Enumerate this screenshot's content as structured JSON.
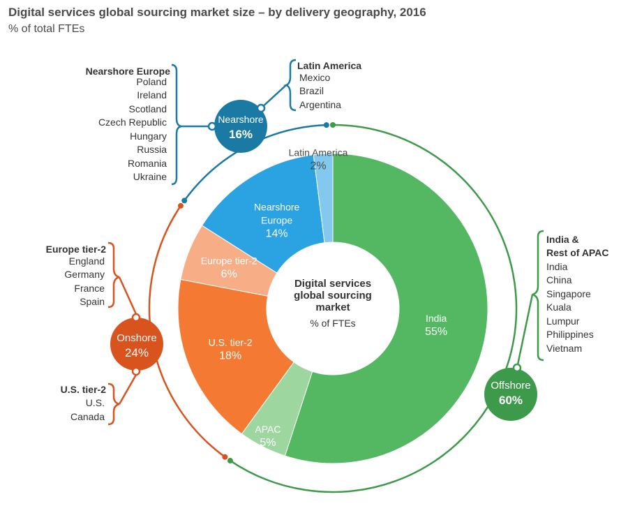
{
  "title": "Digital services global sourcing market size – by delivery geography, 2016",
  "subtitle": "% of total FTEs",
  "chart_data": {
    "type": "pie",
    "center": {
      "line1": "Digital services",
      "line2": "global sourcing",
      "line3": "market",
      "unit": "% of FTEs"
    },
    "slices": [
      {
        "label": "India",
        "lines": [
          "India"
        ],
        "value": 55,
        "value_label": "55%",
        "color": "#54b862",
        "text_color": "#ffffff"
      },
      {
        "label": "APAC",
        "lines": [
          "APAC"
        ],
        "value": 5,
        "value_label": "5%",
        "color": "#9ed6a0",
        "text_color": "#ffffff"
      },
      {
        "label": "U.S. tier-2",
        "lines": [
          "U.S. tier-2"
        ],
        "value": 18,
        "value_label": "18%",
        "color": "#f47a34",
        "text_color": "#ffffff"
      },
      {
        "label": "Europe tier-2",
        "lines": [
          "Europe tier-2"
        ],
        "value": 6,
        "value_label": "6%",
        "color": "#f7ae86",
        "text_color": "#ffffff"
      },
      {
        "label": "Nearshore Europe",
        "lines": [
          "Nearshore",
          "Europe"
        ],
        "value": 14,
        "value_label": "14%",
        "color": "#2ba3e3",
        "text_color": "#ffffff"
      },
      {
        "label": "Latin America",
        "lines": [
          "Latin America"
        ],
        "value": 2,
        "value_label": "2%",
        "color": "#83c9ef",
        "text_color": "#4a4a4a"
      }
    ],
    "groups": [
      {
        "name": "Offshore",
        "value_label": "60%",
        "color": "#3d9a4a"
      },
      {
        "name": "Onshore",
        "value_label": "24%",
        "color": "#d9531e"
      },
      {
        "name": "Nearshore",
        "value_label": "16%",
        "color": "#1b7aa4"
      }
    ],
    "regions": {
      "nearshore_europe": {
        "heading": "Nearshore Europe",
        "items": [
          "Poland",
          "Ireland",
          "Scotland",
          "Czech Republic",
          "Hungary",
          "Russia",
          "Romania",
          "Ukraine"
        ]
      },
      "latin_america": {
        "heading": "Latin America",
        "items": [
          "Mexico",
          "Brazil",
          "Argentina"
        ]
      },
      "europe_tier2": {
        "heading": "Europe tier-2",
        "items": [
          "England",
          "Germany",
          "France",
          "Spain"
        ]
      },
      "us_tier2": {
        "heading": "U.S. tier-2",
        "items": [
          "U.S.",
          "Canada"
        ]
      },
      "india_apac": {
        "heading_lines": [
          "India &",
          "Rest of APAC"
        ],
        "items": [
          "India",
          "China",
          "Singapore",
          "Kuala",
          "Lumpur",
          "Philippines",
          "Vietnam"
        ]
      }
    }
  }
}
